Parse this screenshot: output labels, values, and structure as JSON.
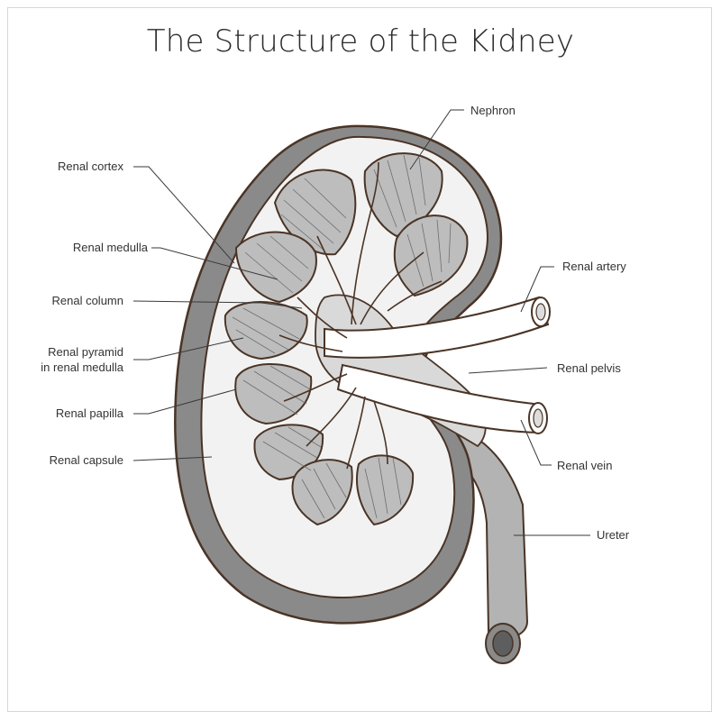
{
  "title": "The Structure of the Kidney",
  "labels": {
    "nephron": "Nephron",
    "renal_cortex": "Renal cortex",
    "renal_medulla": "Renal medulla",
    "renal_column": "Renal column",
    "renal_pyramid_line1": "Renal pyramid",
    "renal_pyramid_line2": "in renal medulla",
    "renal_papilla": "Renal papilla",
    "renal_capsule": "Renal capsule",
    "renal_artery": "Renal artery",
    "renal_pelvis": "Renal pelvis",
    "renal_vein": "Renal vein",
    "ureter": "Ureter"
  },
  "colors": {
    "outline": "#4a3426",
    "capsule_fill": "#8a8a8a",
    "cortex_fill": "#f2f2f2",
    "pyramid_fill": "#bdbdbd",
    "vessel_fill": "#ffffff",
    "ureter_fill": "#b3b3b3",
    "frame": "#cfd8dc"
  }
}
